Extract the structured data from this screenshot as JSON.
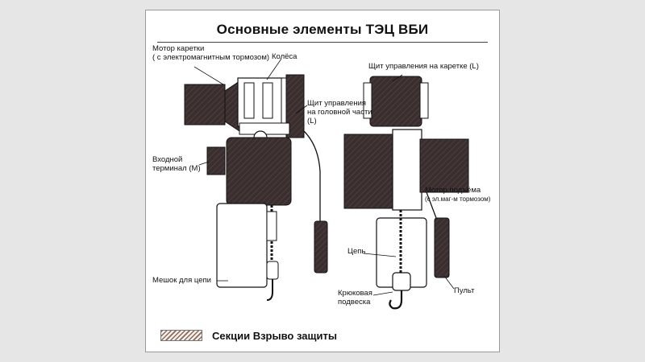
{
  "title": "Основные элементы ТЭЦ ВБИ",
  "labels": {
    "trolley_motor": [
      "Мотор каретки",
      "( с электромагнитным тормозом)"
    ],
    "wheels": "Колёса",
    "head_panel": [
      "Щит управления",
      "на головной части",
      "(L)"
    ],
    "input_terminal": [
      "Входной",
      "терминал (M)"
    ],
    "chain_bag": "Мешок для цепи",
    "trolley_panel": "Щит управления на каретке (L)",
    "hoist_motor": [
      "Мотор подъёма",
      "(с эл.маг-м тормозом)"
    ],
    "chain": "Цепь",
    "hook_block": [
      "Крюковая",
      "подвеска"
    ],
    "pendant": "Пульт"
  },
  "legend": {
    "text": "Секции Взрыво защиты"
  },
  "colors": {
    "page_bg": "#e6e6e6",
    "panel_bg": "#ffffff",
    "dark_section": "#3a2e2e",
    "line": "#1a1a1a"
  }
}
